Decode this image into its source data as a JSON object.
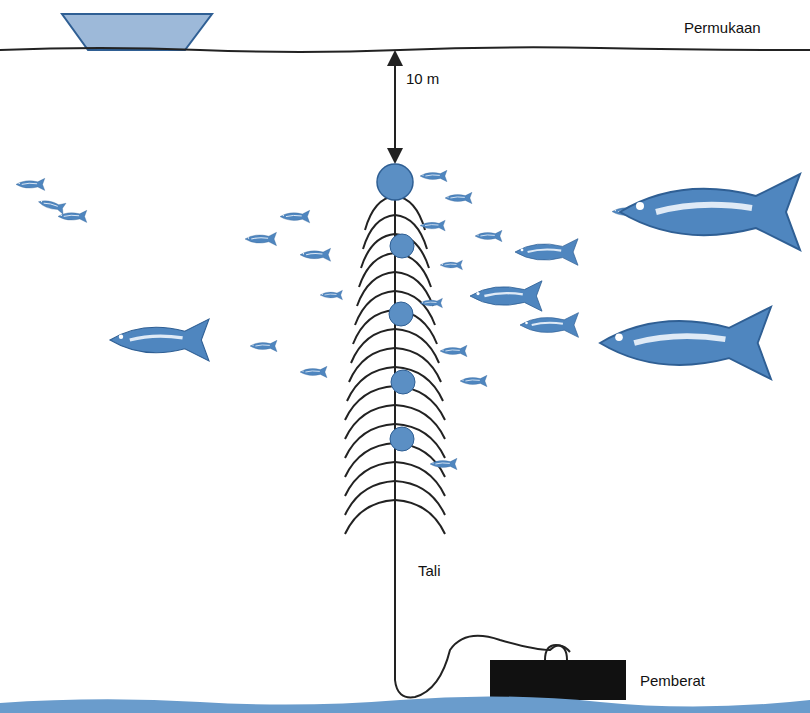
{
  "diagram": {
    "labels": [
      "Permukaan",
      "10 m",
      "Tali",
      "Pemberat"
    ]
  }
}
